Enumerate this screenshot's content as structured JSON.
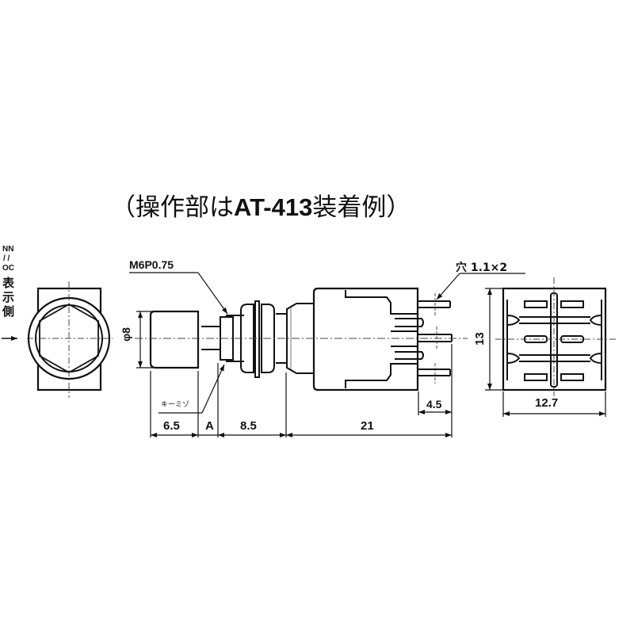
{
  "title": {
    "open_paren": "（",
    "prefix": "操作部は",
    "model": "AT-413",
    "suffix": "装着例",
    "close_paren": "）"
  },
  "side_label": {
    "line1": "NN",
    "line2": "/ /",
    "line3": "OC",
    "line4": "表",
    "line5": "示",
    "line6": "側"
  },
  "callouts": {
    "thread": "M6P0.75",
    "knurl": "キーミゾ",
    "hole": "穴 1.1×2"
  },
  "dimensions": {
    "button_diameter": "φ8",
    "d1": "6.5",
    "d2": "A",
    "d3": "8.5",
    "d4": "21",
    "terminal": "4.5",
    "height": "13",
    "width": "12.7"
  },
  "colors": {
    "line": "#111111",
    "center_line": "#444444",
    "background": "#ffffff"
  }
}
